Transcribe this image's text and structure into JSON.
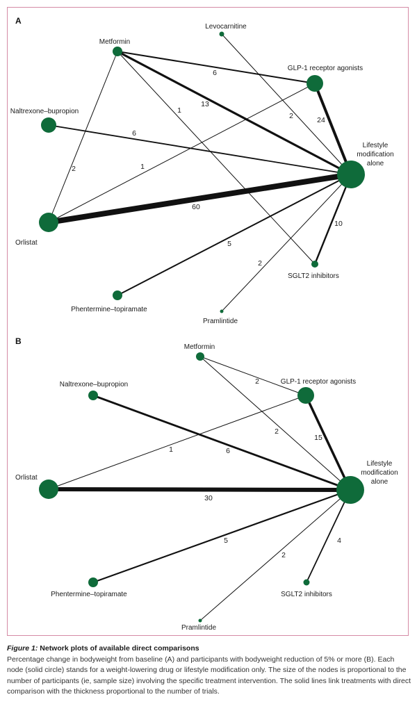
{
  "panels": [
    {
      "label": "A",
      "nodes": [
        {
          "id": "metformin",
          "label": "Metformin"
        },
        {
          "id": "levocarnitine",
          "label": "Levocarnitine"
        },
        {
          "id": "glp1",
          "label": "GLP-1 receptor agonists"
        },
        {
          "id": "naltrexone",
          "label": "Naltrexone–bupropion"
        },
        {
          "id": "lifestyle",
          "label": "Lifestyle\nmodification\nalone"
        },
        {
          "id": "orlistat",
          "label": "Orlistat"
        },
        {
          "id": "sglt2",
          "label": "SGLT2 inhibitors"
        },
        {
          "id": "phentermine",
          "label": "Phentermine–topiramate"
        },
        {
          "id": "pramlintide",
          "label": "Pramlintide"
        }
      ],
      "edges": [
        {
          "from": "metformin",
          "to": "glp1",
          "label": "6"
        },
        {
          "from": "metformin",
          "to": "lifestyle",
          "label": "13"
        },
        {
          "from": "metformin",
          "to": "sglt2",
          "label": "1"
        },
        {
          "from": "metformin",
          "to": "orlistat",
          "label": "2"
        },
        {
          "from": "levocarnitine",
          "to": "lifestyle",
          "label": "2"
        },
        {
          "from": "glp1",
          "to": "lifestyle",
          "label": "24"
        },
        {
          "from": "glp1",
          "to": "orlistat",
          "label": "1"
        },
        {
          "from": "naltrexone",
          "to": "lifestyle",
          "label": "6"
        },
        {
          "from": "orlistat",
          "to": "lifestyle",
          "label": "60"
        },
        {
          "from": "lifestyle",
          "to": "sglt2",
          "label": "10"
        },
        {
          "from": "phentermine",
          "to": "lifestyle",
          "label": "5"
        },
        {
          "from": "pramlintide",
          "to": "lifestyle",
          "label": "2"
        }
      ]
    },
    {
      "label": "B",
      "nodes": [
        {
          "id": "metformin",
          "label": "Metformin"
        },
        {
          "id": "glp1",
          "label": "GLP-1 receptor agonists"
        },
        {
          "id": "naltrexone",
          "label": "Naltrexone–bupropion"
        },
        {
          "id": "lifestyle",
          "label": "Lifestyle\nmodification\nalone"
        },
        {
          "id": "orlistat",
          "label": "Orlistat"
        },
        {
          "id": "phentermine",
          "label": "Phentermine–topiramate"
        },
        {
          "id": "sglt2",
          "label": "SGLT2 inhibitors"
        },
        {
          "id": "pramlintide",
          "label": "Pramlintide"
        }
      ],
      "edges": [
        {
          "from": "metformin",
          "to": "glp1",
          "label": "2"
        },
        {
          "from": "metformin",
          "to": "lifestyle",
          "label": "2"
        },
        {
          "from": "glp1",
          "to": "lifestyle",
          "label": "15"
        },
        {
          "from": "glp1",
          "to": "orlistat",
          "label": "1"
        },
        {
          "from": "naltrexone",
          "to": "lifestyle",
          "label": "6"
        },
        {
          "from": "orlistat",
          "to": "lifestyle",
          "label": "30"
        },
        {
          "from": "phentermine",
          "to": "lifestyle",
          "label": "5"
        },
        {
          "from": "pramlintide",
          "to": "lifestyle",
          "label": "2"
        },
        {
          "from": "sglt2",
          "to": "lifestyle",
          "label": "4"
        }
      ]
    }
  ],
  "caption": {
    "figure_label": "Figure 1:",
    "title": "Network plots of available direct comparisons",
    "body": "Percentage change in bodyweight from baseline (A) and participants with bodyweight reduction of 5% or more (B). Each node (solid circle) stands for a weight-lowering drug or lifestyle modification only. The size of the nodes is proportional to the number of participants (ie, sample size) involving the specific treatment intervention. The solid lines link treatments with direct comparison with the thickness proportional to the number of trials."
  },
  "colors": {
    "node": "#0f6b3a",
    "edge": "#111111",
    "frame": "#d58aa5"
  }
}
